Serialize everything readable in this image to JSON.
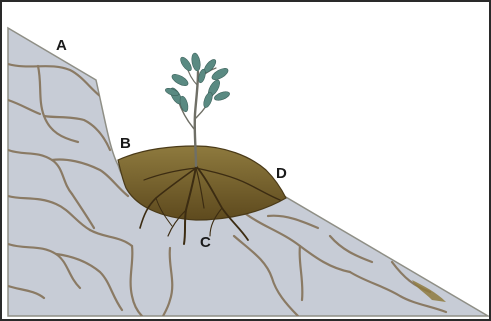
{
  "diagram": {
    "labels": {
      "a": "A",
      "b": "B",
      "c": "C",
      "d": "D"
    }
  },
  "colors": {
    "rock_fill": "#c7ccd6",
    "rock_cracks": "#8a7a64",
    "soil_light": "#8e7a3e",
    "soil_dark": "#5e4a1e",
    "roots": "#3c2c12",
    "stem": "#6f6f66",
    "leaves": "#5a8a82",
    "frame": "#2a2a2a"
  }
}
